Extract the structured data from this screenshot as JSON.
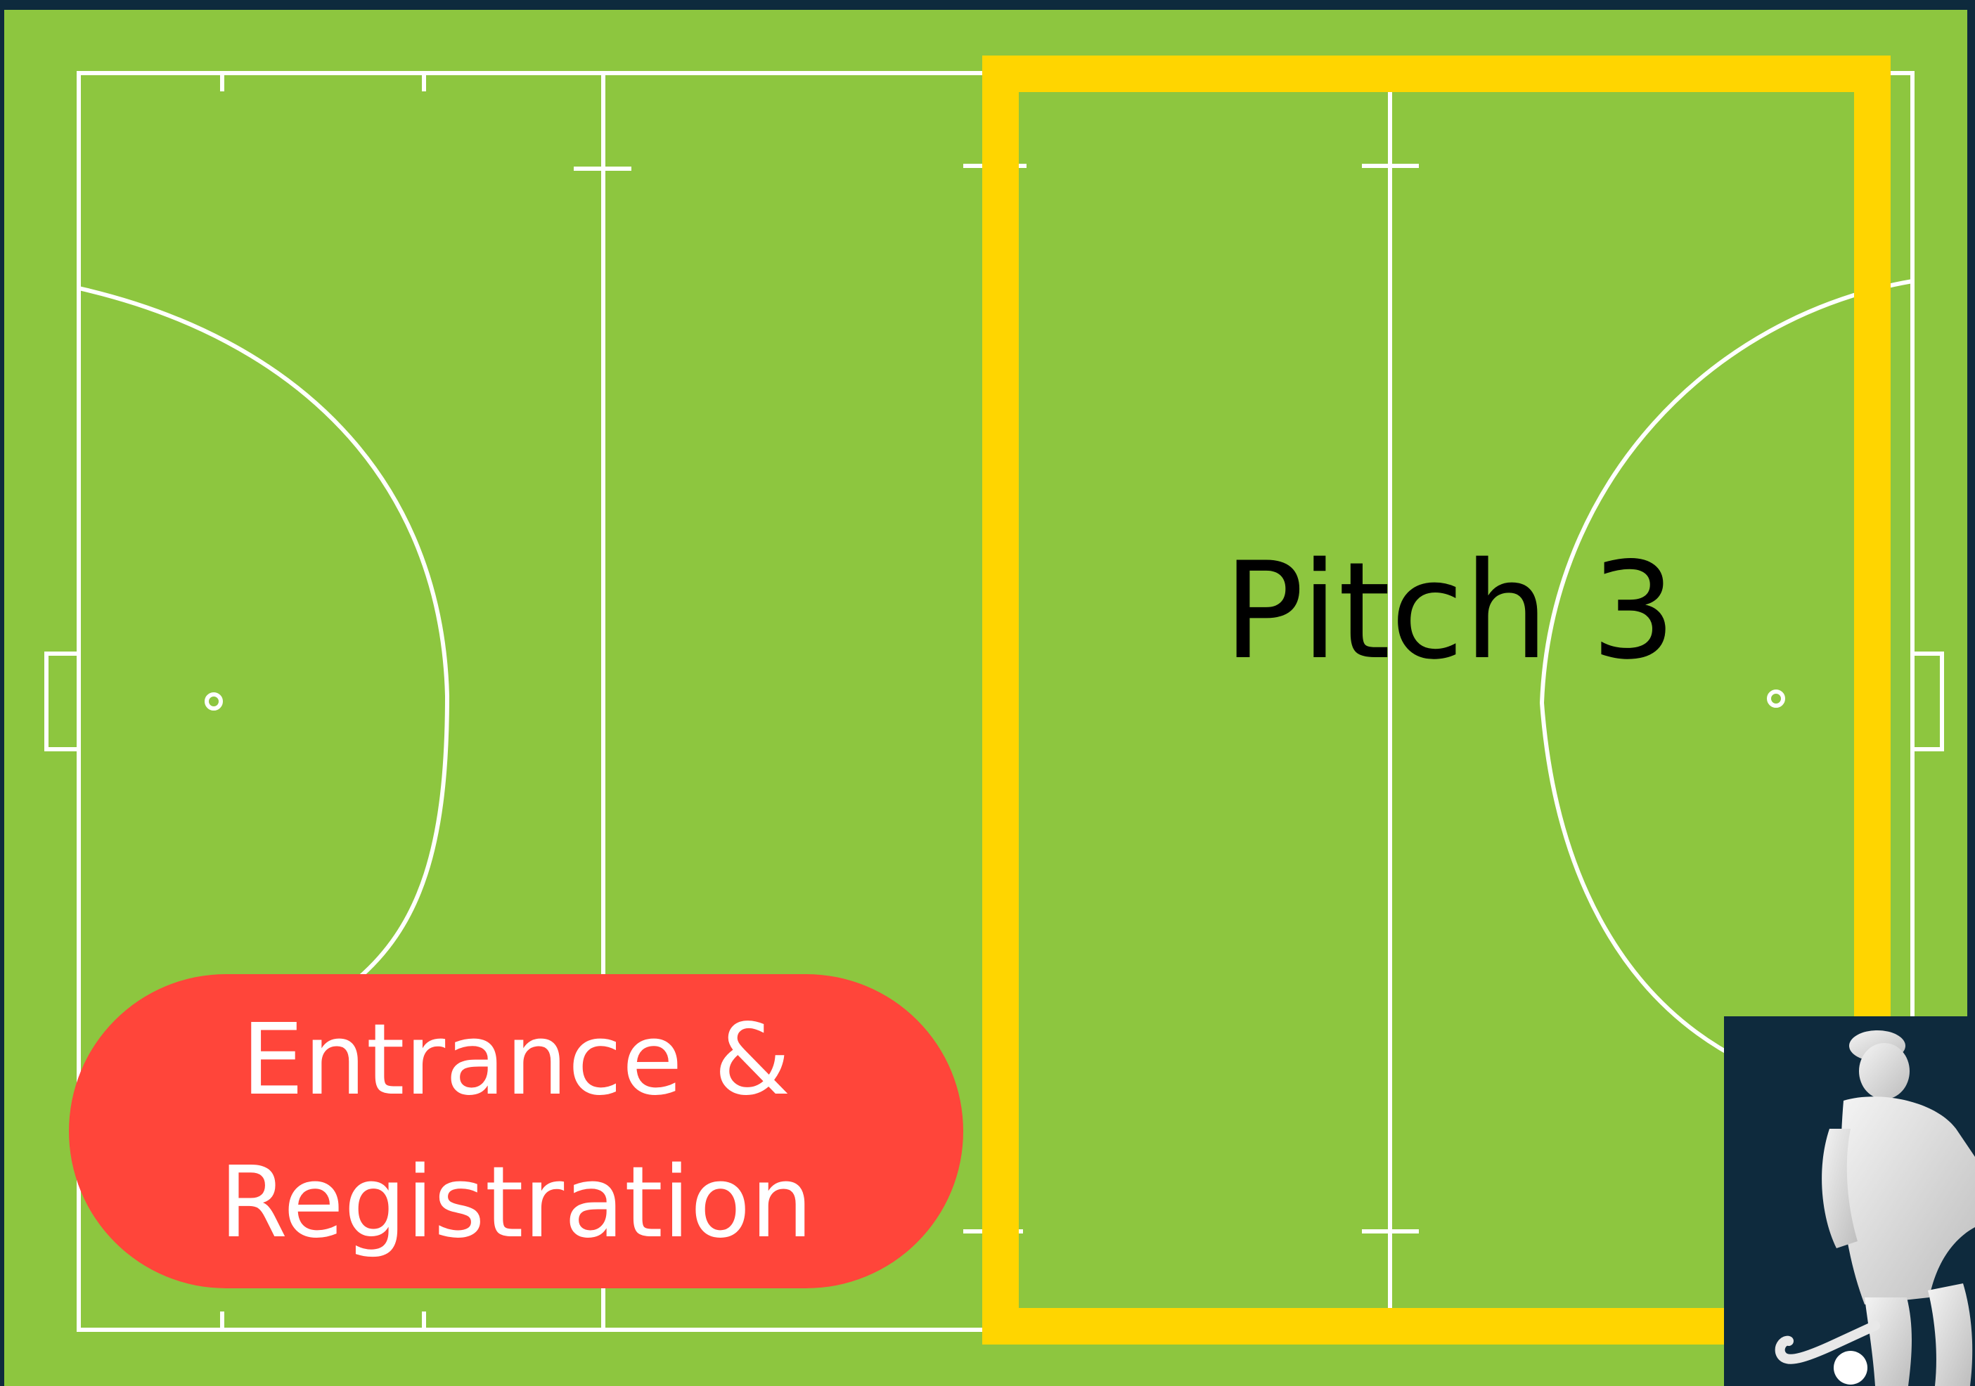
{
  "colors": {
    "background": "#0e2a3d",
    "turf": "#8dc63f",
    "lines": "#ffffff",
    "highlight": "#ffd500",
    "entrance_badge": "#ff453a",
    "label_text": "#000000"
  },
  "pitch": {
    "label": "Pitch 3",
    "highlighted_area": "yellow outline around right section"
  },
  "entrance": {
    "line1": "Entrance &",
    "line2": "Registration"
  },
  "icons": {
    "player": "hockey-player-icon"
  }
}
